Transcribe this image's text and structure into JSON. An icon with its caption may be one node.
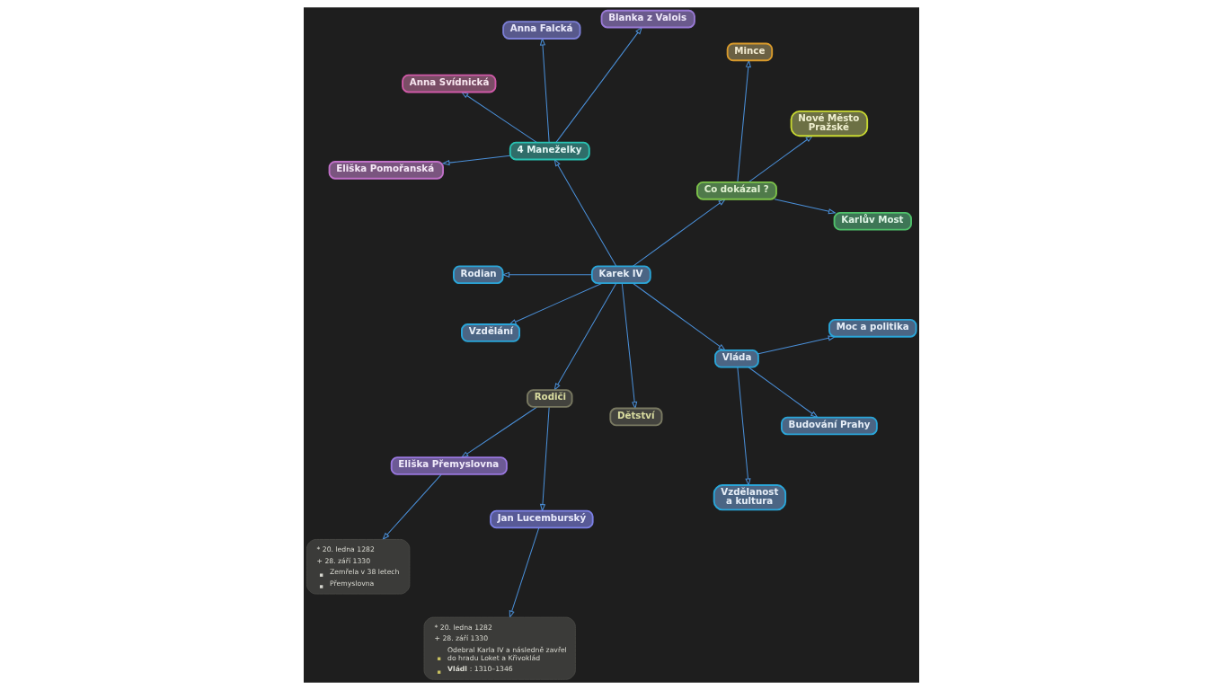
{
  "diagram": {
    "nodes": [
      {
        "text": [
          "Karek IV"
        ]
      },
      {
        "text": [
          "Co dokázal ?"
        ]
      },
      {
        "text": [
          "Karlův Most"
        ]
      },
      {
        "text": [
          "Nové Město Pražské"
        ]
      },
      {
        "text": [
          "Mince"
        ]
      },
      {
        "text": [
          "4 Maneželky"
        ]
      },
      {
        "text": [
          "Blanka z Valois"
        ]
      },
      {
        "text": [
          "Anna Falcká"
        ]
      },
      {
        "text": [
          "Anna Svídnická"
        ]
      },
      {
        "text": [
          "Eliška Pomořanská"
        ]
      },
      {
        "text": [
          "Rodian"
        ]
      },
      {
        "text": [
          "Vzdělání"
        ]
      },
      {
        "text": [
          "Rodiči"
        ]
      },
      {
        "text": [
          "Eliška Přemyslovna"
        ]
      },
      {
        "text": [
          "* 20. ledna 1282",
          "+ 28. září 1330",
          "Zemřela v 38 letech",
          "Přemyslovna"
        ]
      },
      {
        "text": [
          "Jan Lucemburský"
        ]
      },
      {
        "text": [
          "* 20. ledna 1282",
          "+ 28. září 1330",
          "Odebral Karla IV a následně zavřel do hradu Loket a Křivoklád",
          "**Vládl** : 1310–1346"
        ]
      },
      {
        "text": [
          "Dětství"
        ]
      },
      {
        "text": [
          "Vláda"
        ]
      },
      {
        "text": [
          "Vzdělanost a kultura"
        ]
      },
      {
        "text": [
          "Budování Prahy"
        ]
      },
      {
        "text": [
          "Moc a politika"
        ]
      }
    ],
    "edges": [
      {
        "from": 0,
        "to": 1,
        "arrow": "to"
      },
      {
        "from": 1,
        "to": 2,
        "arrow": "to"
      },
      {
        "from": 1,
        "to": 3,
        "arrow": "to"
      },
      {
        "from": 1,
        "to": 4,
        "arrow": "to"
      },
      {
        "from": 0,
        "to": 5,
        "arrow": "to"
      },
      {
        "from": 5,
        "to": 6,
        "arrow": "to"
      },
      {
        "from": 5,
        "to": 7,
        "arrow": "to"
      },
      {
        "from": 5,
        "to": 8,
        "arrow": "to"
      },
      {
        "from": 5,
        "to": 9,
        "arrow": "to"
      },
      {
        "from": 0,
        "to": 10,
        "arrow": "to"
      },
      {
        "from": 0,
        "to": 11,
        "arrow": "to"
      },
      {
        "from": 0,
        "to": 12,
        "arrow": "to"
      },
      {
        "from": 12,
        "to": 13,
        "arrow": "to"
      },
      {
        "from": 13,
        "to": 14,
        "arrow": "to"
      },
      {
        "from": 12,
        "to": 15,
        "arrow": "to"
      },
      {
        "from": 15,
        "to": 16,
        "arrow": "to"
      },
      {
        "from": 0,
        "to": 17,
        "arrow": "to"
      },
      {
        "from": 0,
        "to": 18,
        "arrow": "to"
      },
      {
        "from": 18,
        "to": 19,
        "arrow": "to"
      },
      {
        "from": 18,
        "to": 20,
        "arrow": "to"
      },
      {
        "from": 18,
        "to": 21,
        "arrow": "to"
      }
    ]
  }
}
